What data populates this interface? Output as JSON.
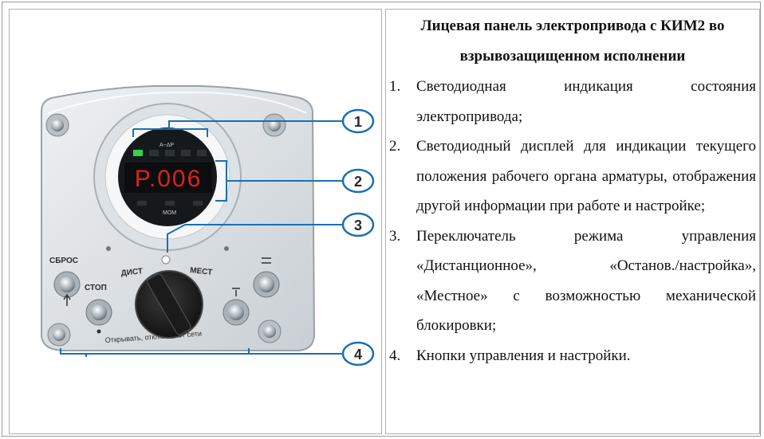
{
  "document": {
    "title": "Лицевая панель электропривода с КИМ2 во взрывозащищенном исполнении",
    "items": [
      {
        "num": "1.",
        "text": "Светодиодная индикация состояния электропривода;"
      },
      {
        "num": "2.",
        "text": "Светодиодный дисплей для индикации текущего положения рабочего органа арматуры, отображения другой информации при работе и настройке;"
      },
      {
        "num": "3.",
        "text": "Переключатель режима управления «Дистанционное», «Останов./настройка», «Местное» с возможностью механической блокировки;"
      },
      {
        "num": "4.",
        "text": "Кнопки управления и настройки."
      }
    ]
  },
  "panel": {
    "display_value": "P.006",
    "top_label": "A~ΔP",
    "mode_label": "МОМ",
    "labels": {
      "reset": "СБРОС",
      "stop": "СТОП",
      "remote": "ДИСТ",
      "local": "МЕСТ",
      "warning": "Открывать, отключив от сети"
    },
    "callouts": [
      "1",
      "2",
      "3",
      "4"
    ],
    "colors": {
      "callout": "#1a6fb5",
      "display": "#e0201a",
      "led_green": "#32d24a"
    }
  }
}
